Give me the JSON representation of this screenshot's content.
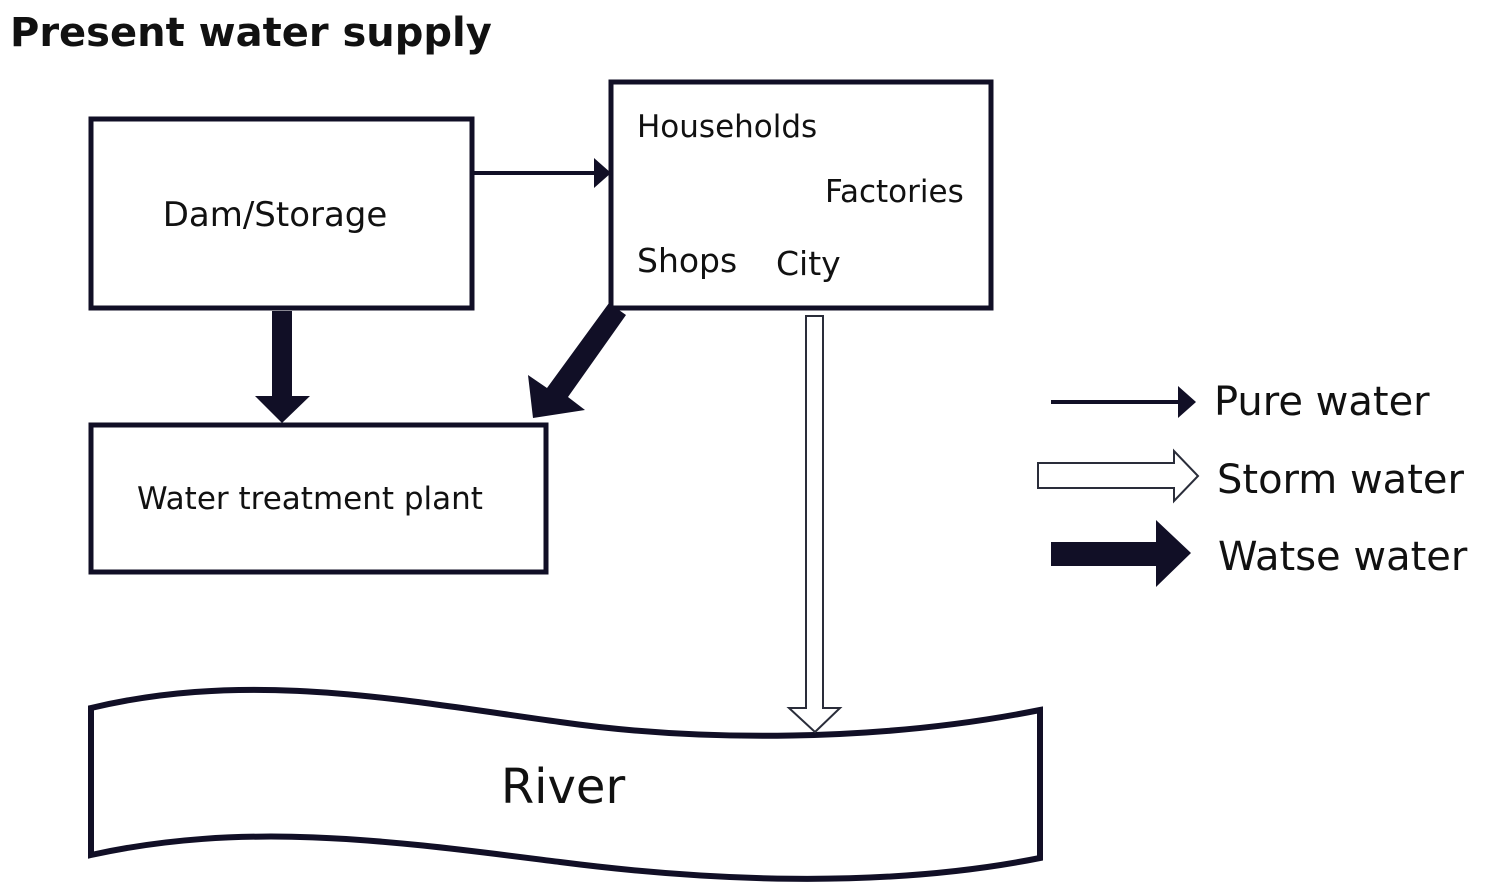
{
  "title": "Present water supply",
  "nodes": {
    "dam": {
      "label": "Dam/Storage"
    },
    "city": {
      "households": "Households",
      "factories": "Factories",
      "shops": "Shops",
      "city": "City"
    },
    "treatment": {
      "label": "Water treatment plant"
    },
    "river": {
      "label": "River"
    }
  },
  "edges": [
    {
      "from": "Dam/Storage",
      "to": "City",
      "type": "Pure water"
    },
    {
      "from": "Dam/Storage",
      "to": "Water treatment plant",
      "type": "Watse water"
    },
    {
      "from": "City",
      "to": "Water treatment plant",
      "type": "Watse water"
    },
    {
      "from": "City",
      "to": "River",
      "type": "Storm water"
    }
  ],
  "legend": [
    {
      "icon": "thin-arrow",
      "label": "Pure water"
    },
    {
      "icon": "hollow-arrow",
      "label": "Storm water"
    },
    {
      "icon": "thick-arrow",
      "label": "Watse water"
    }
  ],
  "colors": {
    "stroke": "#110f26",
    "text": "#111111"
  }
}
